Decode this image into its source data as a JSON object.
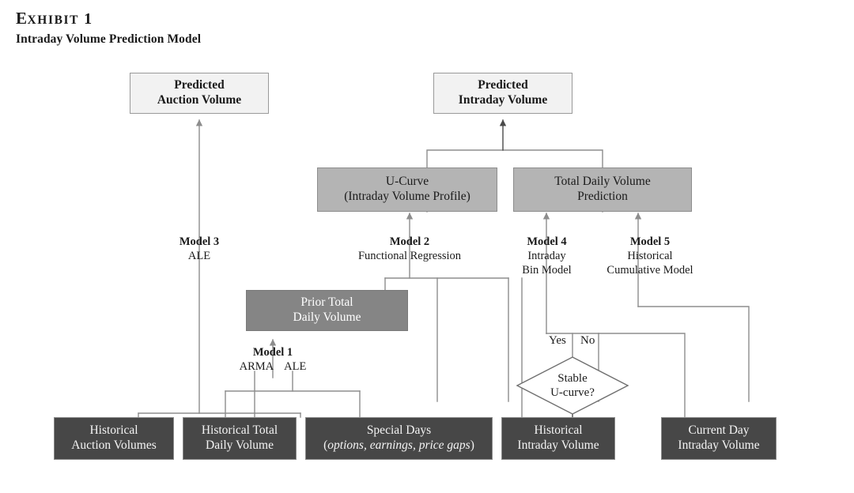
{
  "header": {
    "exhibit_first": "E",
    "exhibit_rest": "XHIBIT",
    "exhibit_number": "1",
    "subtitle": "Intraday Volume Prediction Model"
  },
  "nodes": {
    "predicted_auction": {
      "line1": "Predicted",
      "line2": "Auction Volume"
    },
    "predicted_intraday": {
      "line1": "Predicted",
      "line2": "Intraday Volume"
    },
    "u_curve": {
      "line1": "U-Curve",
      "line2": "(Intraday Volume Profile)"
    },
    "total_daily": {
      "line1": "Total Daily Volume",
      "line2": "Prediction"
    },
    "prior_total": {
      "line1": "Prior Total",
      "line2": "Daily Volume"
    },
    "decision": {
      "line1": "Stable",
      "line2": "U-curve?"
    },
    "hist_auction": {
      "line1": "Historical",
      "line2": "Auction Volumes"
    },
    "hist_total_daily": {
      "line1": "Historical Total",
      "line2": "Daily Volume"
    },
    "special_days": {
      "line1": "Special Days",
      "line2_open": "(",
      "line2_italic": "options, earnings, price gaps",
      "line2_close": ")"
    },
    "hist_intraday": {
      "line1": "Historical",
      "line2": "Intraday Volume"
    },
    "current_intraday": {
      "line1": "Current Day",
      "line2": "Intraday Volume"
    }
  },
  "labels": {
    "model1": {
      "title": "Model 1",
      "left": "ARMA",
      "right": "ALE"
    },
    "model2": {
      "title": "Model 2",
      "sub": "Functional Regression"
    },
    "model3": {
      "title": "Model 3",
      "sub": "ALE"
    },
    "model4": {
      "title": "Model 4",
      "sub1": "Intraday",
      "sub2": "Bin Model"
    },
    "model5": {
      "title": "Model 5",
      "sub1": "Historical",
      "sub2": "Cumulative Model"
    },
    "branch_yes": "Yes",
    "branch_no": "No"
  },
  "colors": {
    "top_box_fill": "#f2f2f2",
    "mid_box_fill": "#b4b4b4",
    "prior_box_fill": "#858585",
    "source_box_fill": "#474747",
    "wire": "#8d8d8d",
    "wire_dark": "#4a4a4a",
    "page_bg": "#ffffff"
  }
}
